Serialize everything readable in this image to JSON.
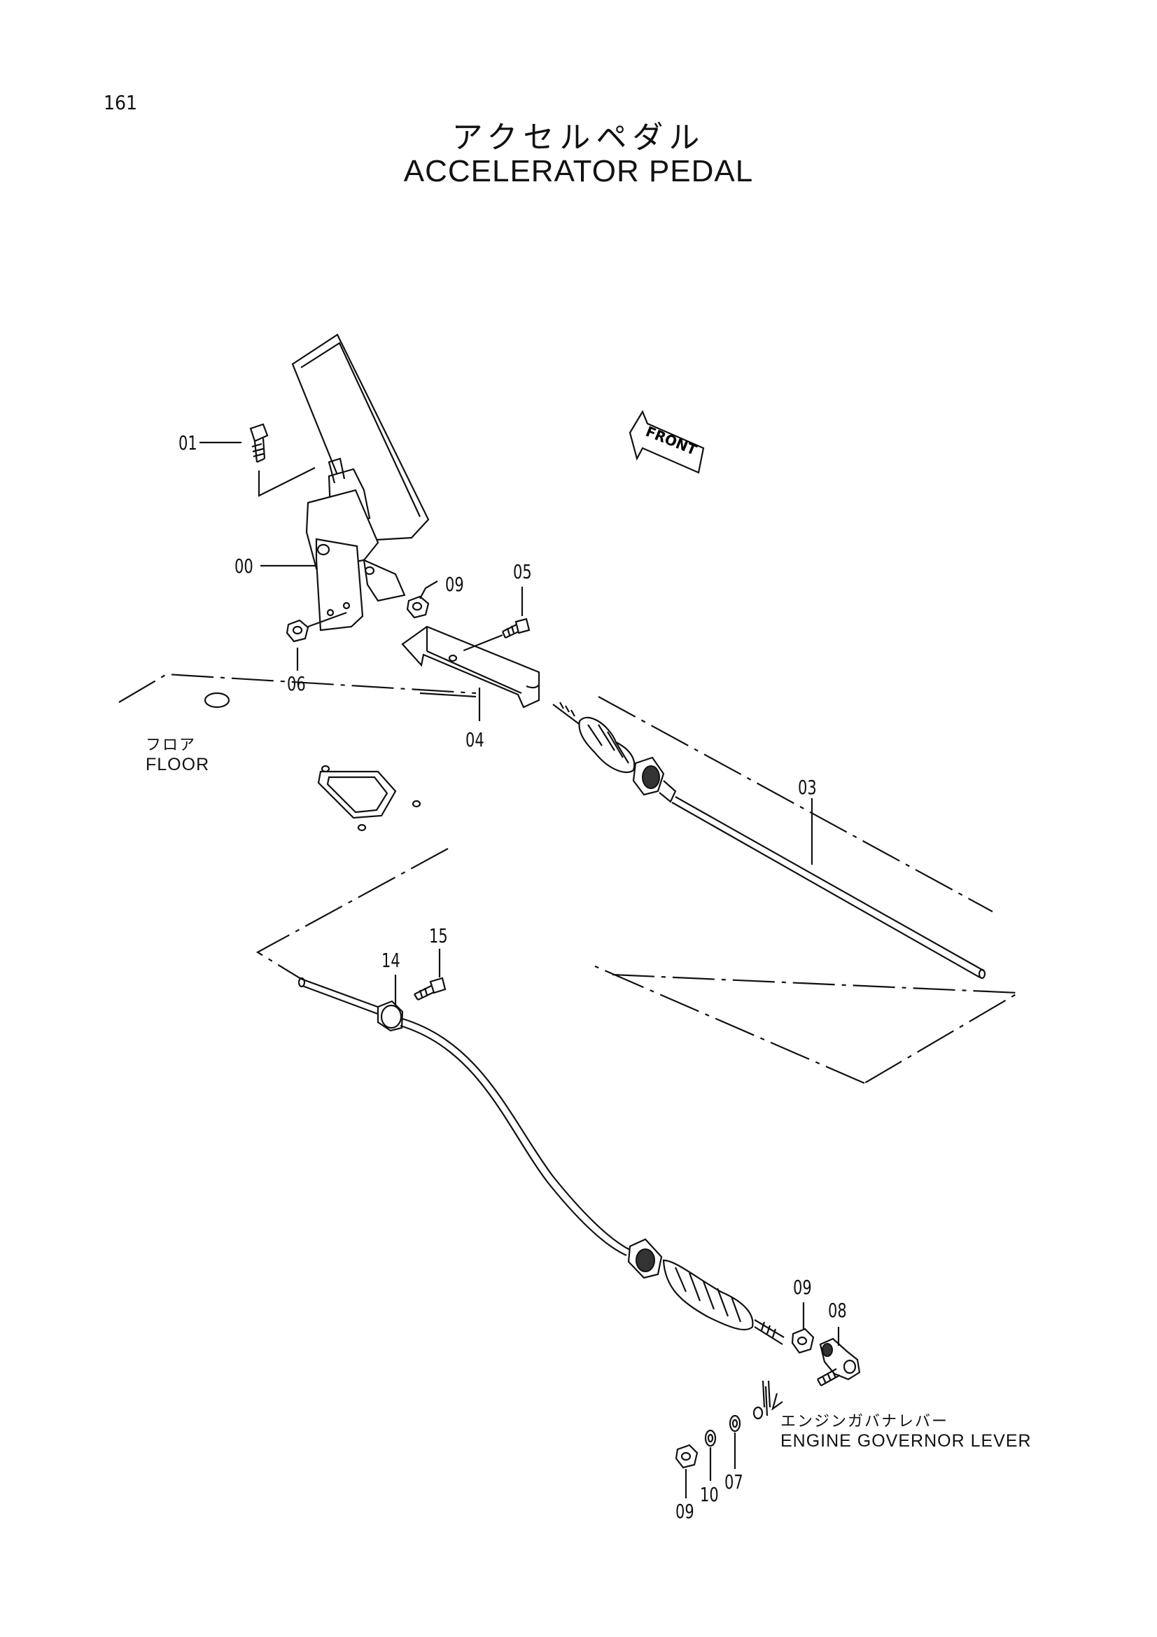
{
  "page_number": "161",
  "title_jp": "アクセルペダル",
  "title_en": "ACCELERATOR PEDAL",
  "front_arrow_text": "FRONT",
  "floor_label_jp": "フロア",
  "floor_label_en": "FLOOR",
  "governor_label_jp": "エンジンガバナレバー",
  "governor_label_en": "ENGINE GOVERNOR LEVER",
  "callouts": {
    "c00": "00",
    "c01": "01",
    "c03": "03",
    "c04": "04",
    "c05": "05",
    "c06": "06",
    "c07": "07",
    "c08": "08",
    "c09a": "09",
    "c09b": "09",
    "c09c": "09",
    "c10": "10",
    "c14": "14",
    "c15": "15"
  }
}
